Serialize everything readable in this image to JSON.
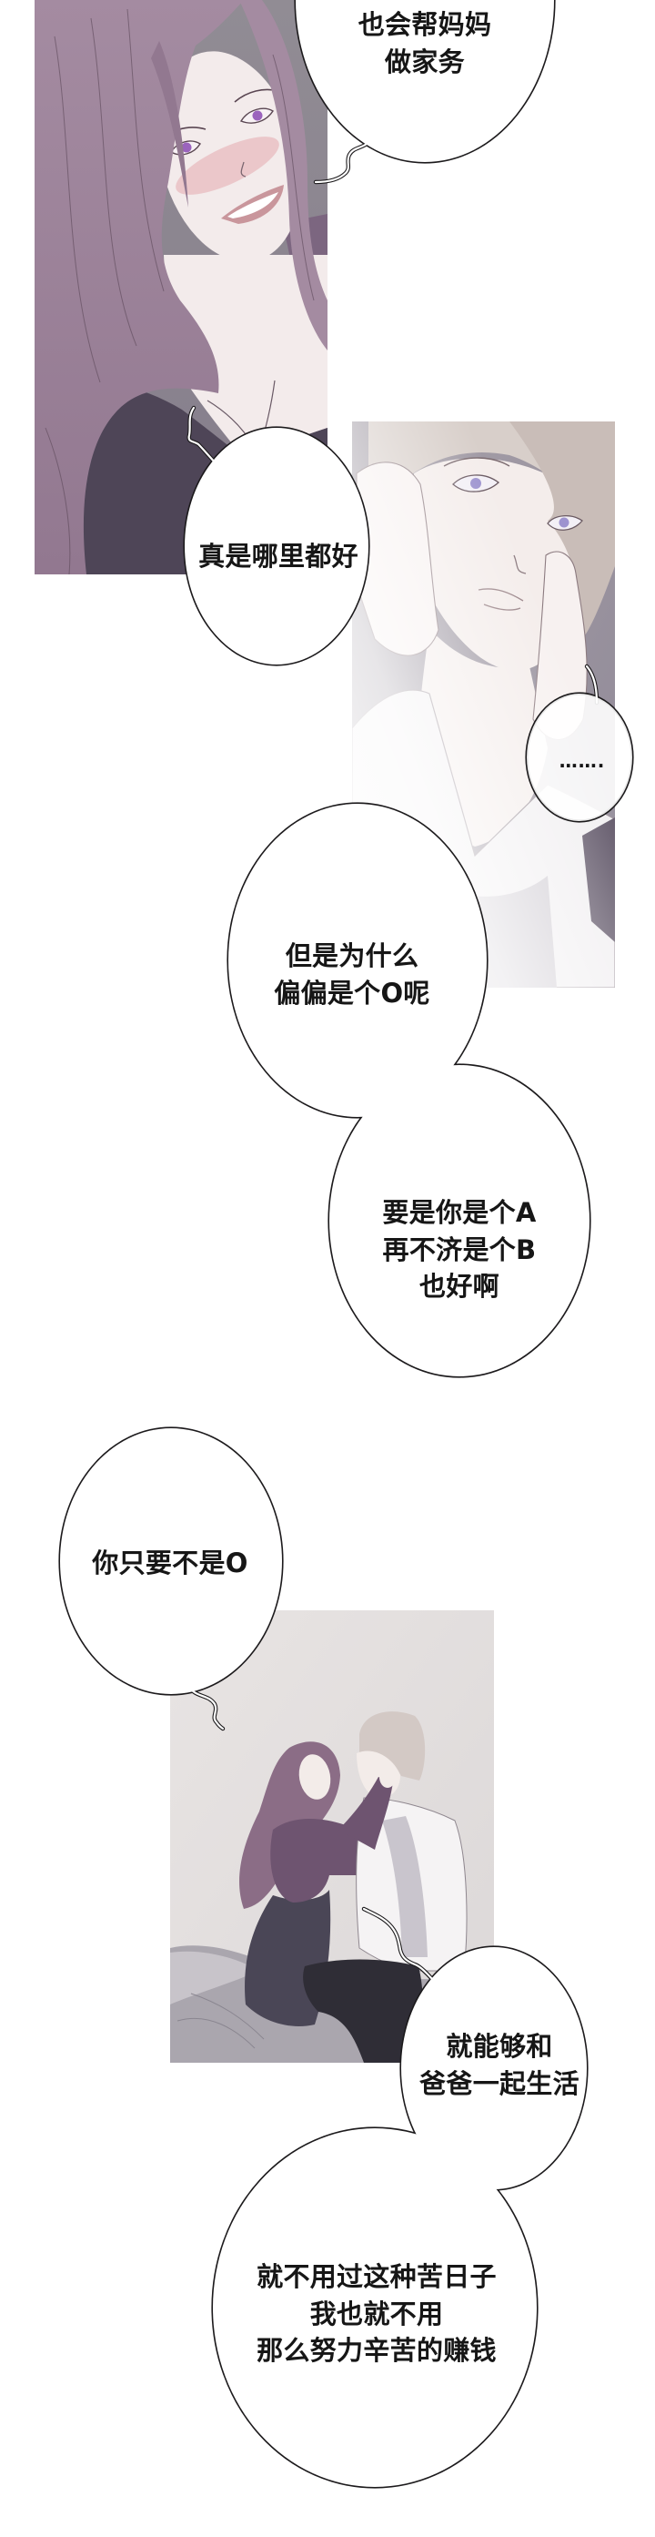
{
  "page": {
    "kind": "vertical comic strip",
    "background": "#ffffff"
  },
  "palette": {
    "bubble_fill": "#ffffff",
    "bubble_outline": "#1c1a1c",
    "tail_core": "#ffffff",
    "panel_1": {
      "background_top": "#918c94",
      "background_bottom": "#857d8b",
      "hair": "#927890",
      "hair_light": "#a48ba1",
      "hair_line": "#5b4858",
      "skin": "#f3ebeb",
      "blush": "#e3a9ae",
      "iris": "#9b63bd",
      "lips": "#c9969c",
      "clothes_dark": "#4e4557",
      "clothes_dark_2": "#574c5f",
      "clothes_purple": "#7c6680"
    },
    "panel_2": {
      "background_top": "#a7a1aa",
      "background_bottom": "#8f8896",
      "hair": "#d8cfca",
      "hair_shadow": "#c9bdb8",
      "skin": "#f4edeb",
      "hand": "#f7f1f0",
      "iris": "#9d93cf",
      "shirt": "#f1eff1",
      "undershirt": "#cfcbd2",
      "dark_fabric": "#5f5567",
      "line": "#8c7b80"
    },
    "panel_3": {
      "background_top": "#e8e4e3",
      "background_bottom": "#dcd8d8",
      "bed": "#aaa6ae",
      "bed_light": "#c8c4ca",
      "woman_hair": "#8b6d86",
      "woman_top": "#6e5470",
      "woman_skirt": "#4a4656",
      "man_hair": "#d3c9c5",
      "skin": "#f3ece9",
      "man_shirt": "#f5f3f4",
      "man_undershirt": "#c9c5cd",
      "man_pants": "#2f2d36",
      "line": "#8f878f"
    }
  },
  "bubbles": [
    {
      "id": "bubble-1",
      "lines": [
        "也会帮妈妈",
        "做家务"
      ]
    },
    {
      "id": "bubble-2",
      "lines": [
        "真是哪里都好"
      ]
    },
    {
      "id": "bubble-3",
      "lines": [
        "……."
      ]
    },
    {
      "id": "bubble-4",
      "lines": [
        "但是为什么",
        "偏偏是个O呢"
      ]
    },
    {
      "id": "bubble-5",
      "lines": [
        "要是你是个A",
        "再不济是个B",
        "也好啊"
      ]
    },
    {
      "id": "bubble-6",
      "lines": [
        "你只要不是O"
      ]
    },
    {
      "id": "bubble-7",
      "lines": [
        "就能够和",
        "爸爸一起生活"
      ]
    },
    {
      "id": "bubble-8",
      "lines": [
        "就不用过这种苦日子",
        "我也就不用",
        "那么努力辛苦的赚钱"
      ]
    }
  ]
}
